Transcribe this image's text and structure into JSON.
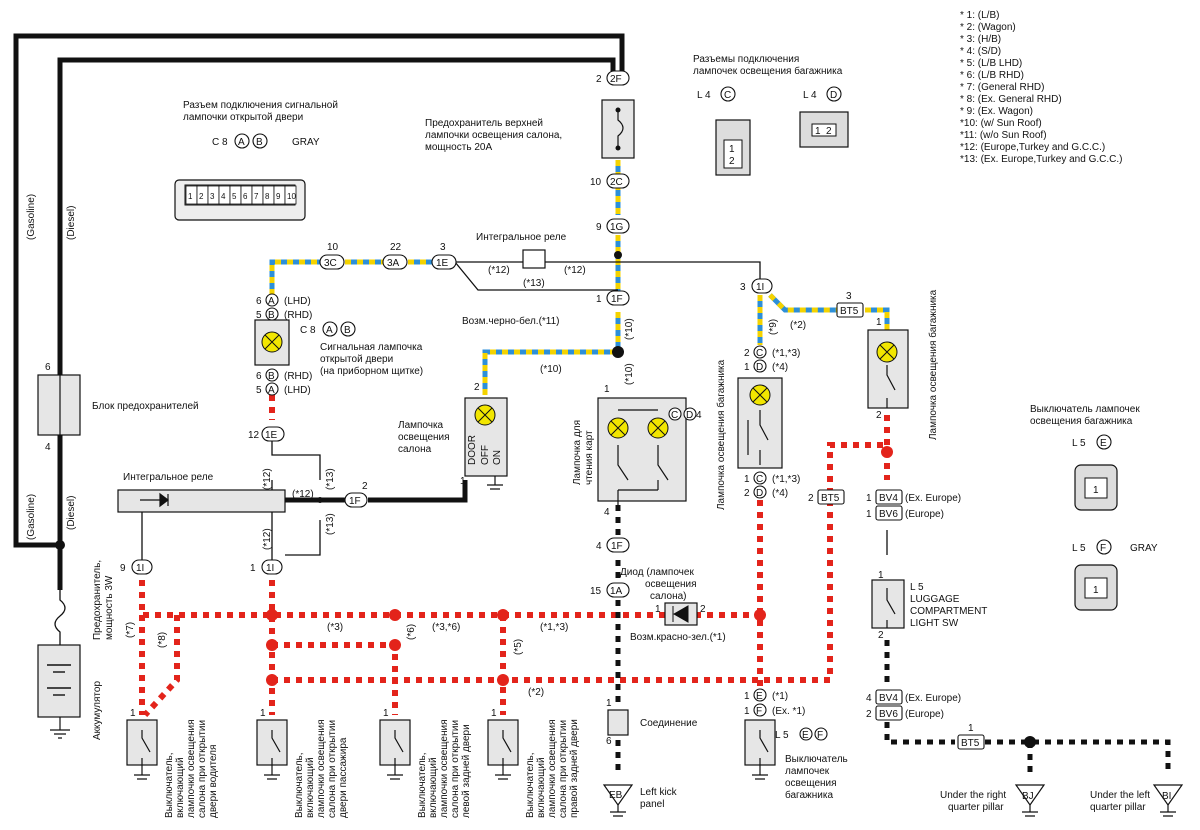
{
  "notes": [
    "* 1:  (L/B)",
    "* 2:  (Wagon)",
    "* 3:  (H/B)",
    "* 4:  (S/D)",
    "* 5:  (L/B  LHD)",
    "* 6:  (L/B  RHD)",
    "* 7:  (General  RHD)",
    "* 8:  (Ex. General  RHD)",
    "* 9:  (Ex. Wagon)",
    "*10:  (w/  Sun Roof)",
    "*11:  (w/o  Sun Roof)",
    "*12:  (Europe,Turkey and G.C.C.)",
    "*13:  (Ex. Europe,Turkey and G.C.C.)"
  ],
  "labels": {
    "door_conn_title_1": "Разъем подключения сигнальной",
    "door_conn_title_2": "лампочки открытой двери",
    "door_conn_code": "C  8",
    "door_conn_a": "A",
    "door_conn_b": "B",
    "door_conn_color": "GRAY",
    "trunk_conn_title_1": "Разъемы подключения",
    "trunk_conn_title_2": "лампочек  освещения багажника",
    "trunk_c_code": "L  4",
    "trunk_c": "C",
    "trunk_d_code": "L  4",
    "trunk_d": "D",
    "fuse_top_1": "Предохранитель верхней",
    "fuse_top_2": "лампочки освещения салона,",
    "fuse_top_3": "мощность 20A",
    "integral_relay_top": "Интегральное реле",
    "integral_relay_left": "Интегральное реле",
    "fuse_block": "Блок предохранителей",
    "door_lamp_1": "Сигнальная лампочка",
    "door_lamp_2": "открытой двери",
    "door_lamp_3": "(на приборном щитке)",
    "interior_lamp_1": "Лампочка",
    "interior_lamp_2": "освещения",
    "interior_lamp_3": "салона",
    "map_lamp_1": "Лампочка для",
    "map_lamp_2": "чтения карт",
    "map_lamp_code": "L  4",
    "luggage_lamp_left": "Лампочка освещения багажника",
    "luggage_lamp_right": "Лампочка освещения багажника",
    "possible_bw": "Возм.черно-бел.(*11)",
    "possible_rg": "Возм.красно-зел.(*1)",
    "diode_1": "Диод (лампочек",
    "diode_2": "освещения",
    "diode_3": "салона)",
    "joint": "Соединение",
    "left_kick_1": "Left  kick",
    "left_kick_2": "panel",
    "eb": "EB",
    "luggage_sw_title_1": "Выключатель лампочек",
    "luggage_sw_title_2": "освещения багажника",
    "l5e_code": "L  5",
    "l5e": "E",
    "l5f_code": "L  5",
    "l5f": "F",
    "l5f_color": "GRAY",
    "luggage_comp_sw_1": "L 5",
    "luggage_comp_sw_2": "LUGGAGE",
    "luggage_comp_sw_3": "COMPARTMENT",
    "luggage_comp_sw_4": "LIGHT SW",
    "luggage_sw_bottom_1": "Выключатель",
    "luggage_sw_bottom_2": "лампочек",
    "luggage_sw_bottom_3": "освещения",
    "luggage_sw_bottom_4": "багажника",
    "under_right_1": "Under the right",
    "under_right_2": "quarter pillar",
    "under_left_1": "Under the left",
    "under_left_2": "quarter pillar",
    "bj": "BJ",
    "bi": "BI",
    "bt5": "BT5",
    "bv4": "BV4",
    "bv6": "BV6",
    "ex_europe": "(Ex. Europe)",
    "europe": "(Europe)",
    "gasoline": "(Gasoline)",
    "diesel": "(Diesel)",
    "fuse_3w_1": "Предохранитель,",
    "fuse_3w_2": "мощность 3W",
    "battery": "Аккумулятор",
    "sw_driver": [
      "Выключатель,",
      "включающий",
      "лампочки освещения",
      "салона при открытии",
      "двери водителя"
    ],
    "sw_passenger": [
      "Выключатель,",
      "включающий",
      "лампочки освещения",
      "салона при открытии",
      "двери пассажира"
    ],
    "sw_rear_left": [
      "Выключатель,",
      "включающий",
      "лампочки освещения",
      "салона при открытии",
      "левой задней двери"
    ],
    "sw_rear_right": [
      "Выключатель,",
      "включающий",
      "лампочки освещения",
      "салона при открытии",
      "правой задней двери"
    ]
  },
  "switch_labels": [
    "DOOR",
    "OFF",
    "ON"
  ],
  "pins": {
    "p_2f": "2F",
    "p_2c": "2C",
    "p_1g": "1G",
    "p_1f": "1F",
    "p_3c": "3C",
    "p_3a": "3A",
    "p_1e": "1E",
    "p_1i": "1I",
    "p_1a": "1A",
    "p_a": "A",
    "p_b": "B",
    "p_c": "C",
    "p_d": "D",
    "p_e": "E",
    "p_f": "F"
  },
  "pin_numbers": {
    "n2": "2",
    "n10": "10",
    "n9": "9",
    "n1": "1",
    "n22": "22",
    "n3": "3",
    "n6": "6",
    "n5": "5",
    "n12": "12",
    "n4": "4",
    "n15": "15"
  },
  "annotations": {
    "a12": "(*12)",
    "a13": "(*13)",
    "a10": "(*10)",
    "a9": "(*9)",
    "a2": "(*2)",
    "a1_3": "(*1,*3)",
    "a4": "(*4)",
    "a3": "(*3)",
    "a6": "(*6)",
    "a3_6": "(*3,*6)",
    "a5": "(*5)",
    "a7": "(*7)",
    "a8": "(*8)",
    "a1": "(*1)",
    "ex1": "(Ex. *1)",
    "lhd": "(LHD)",
    "rhd": "(RHD)"
  },
  "connector_pins": [
    "1",
    "2",
    "3",
    "4",
    "5",
    "6",
    "7",
    "8",
    "9",
    "10"
  ]
}
